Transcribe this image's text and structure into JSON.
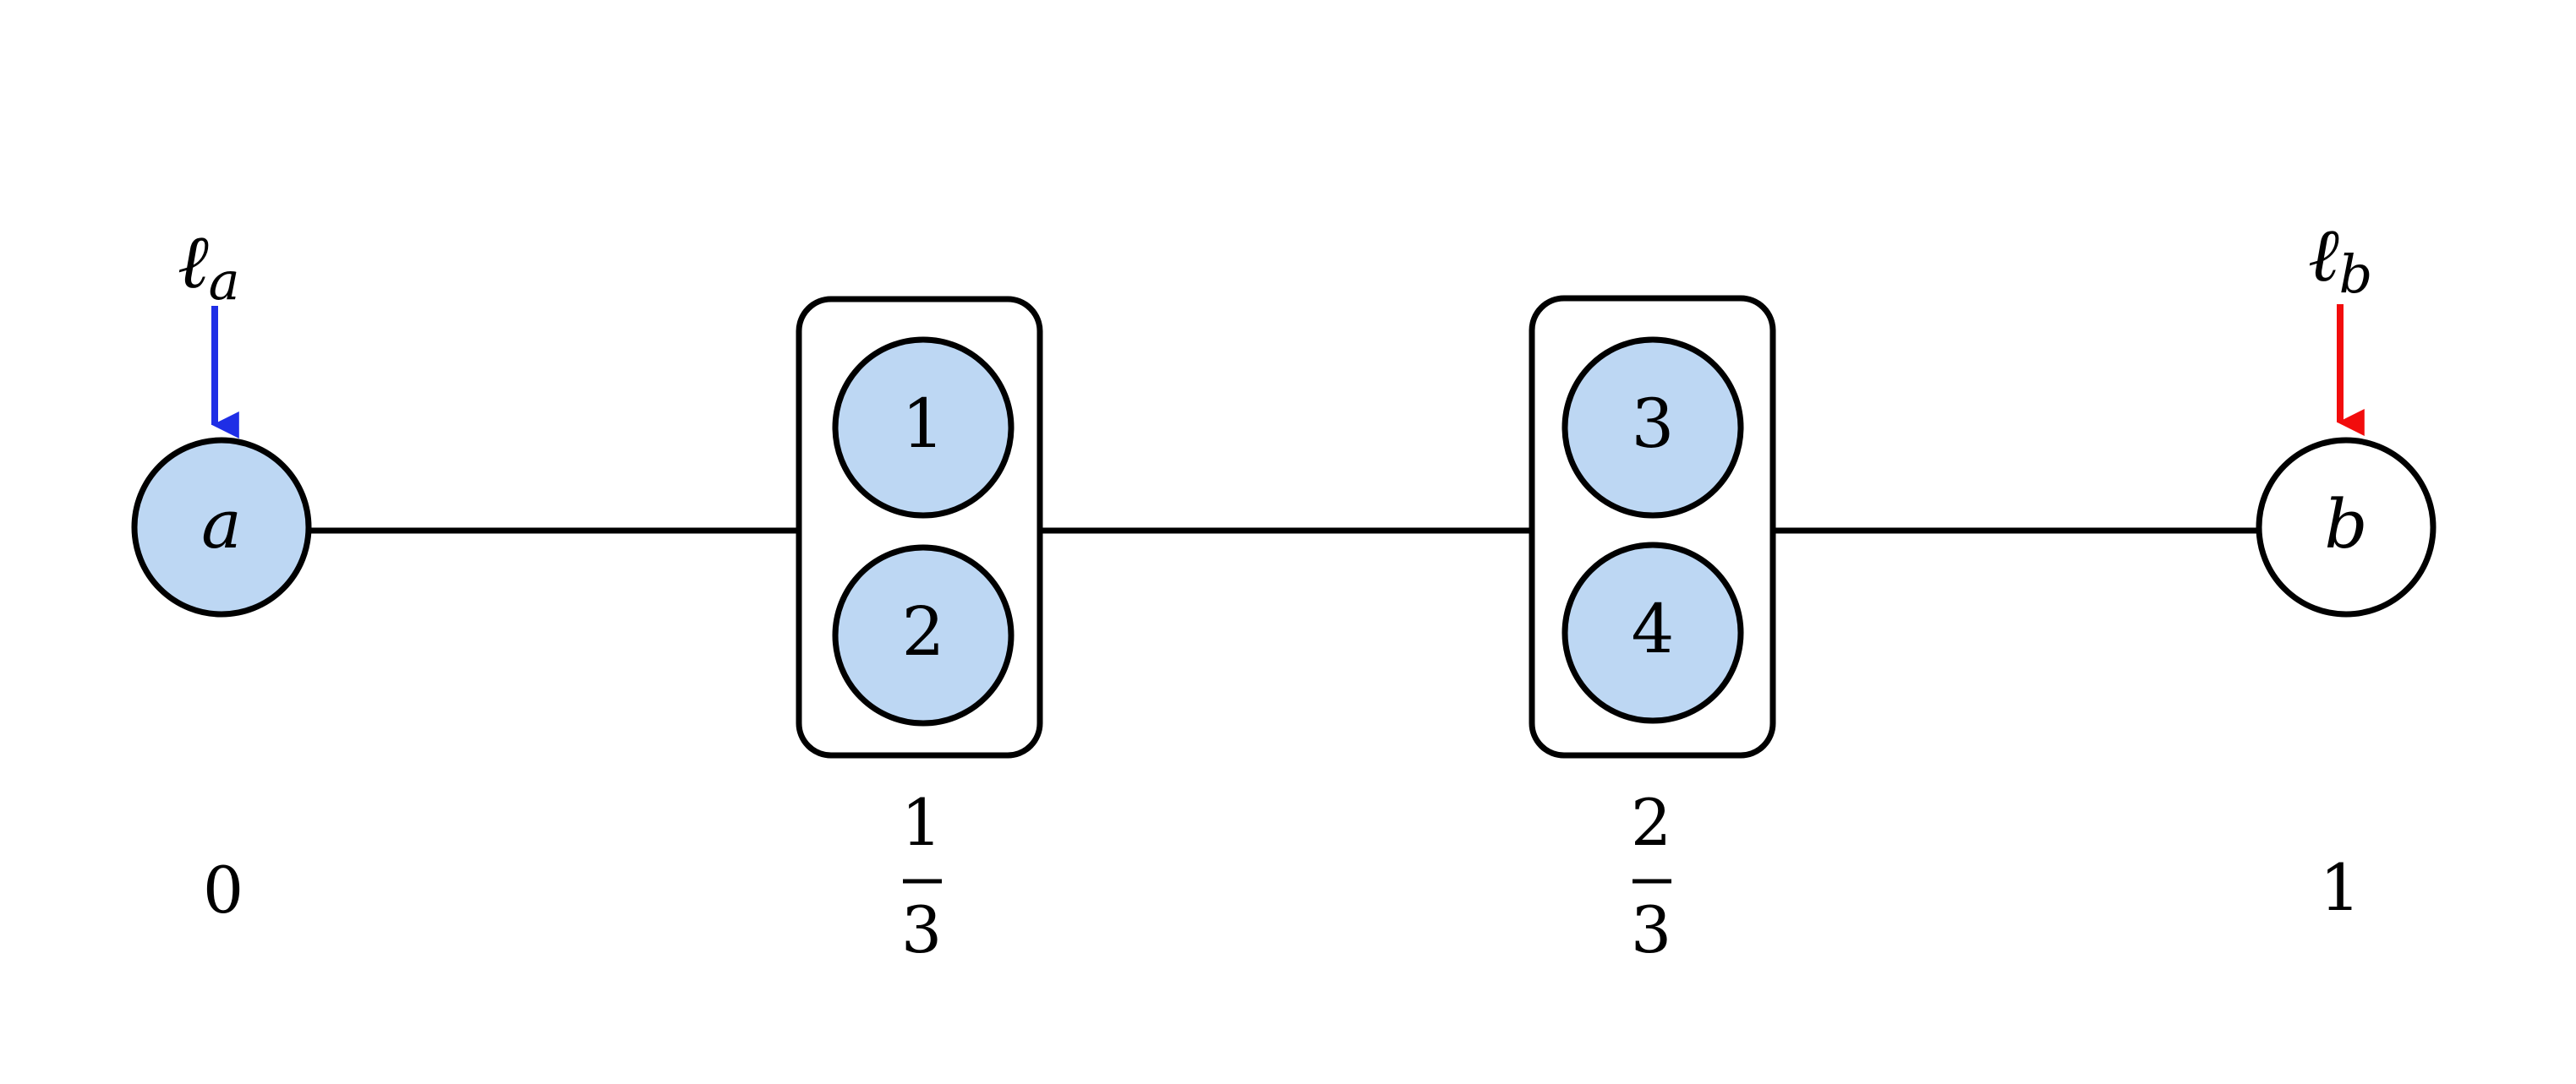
{
  "colors": {
    "filled_node": "#bdd7f3",
    "empty_node": "#ffffff",
    "arrow_a": "#1f2ee6",
    "arrow_b": "#f20c0c",
    "stroke": "#000000"
  },
  "endpoints": {
    "a": {
      "label": "a",
      "filled": true
    },
    "b": {
      "label": "b",
      "filled": false
    }
  },
  "groups": [
    {
      "nodes": [
        {
          "label": "1"
        },
        {
          "label": "2"
        }
      ]
    },
    {
      "nodes": [
        {
          "label": "3"
        },
        {
          "label": "4"
        }
      ]
    }
  ],
  "arrows": {
    "a": {
      "main": "ℓ",
      "sub": "a"
    },
    "b": {
      "main": "ℓ",
      "sub": "b"
    }
  },
  "positions": {
    "p0": {
      "text": "0"
    },
    "p1": {
      "num": "1",
      "den": "3"
    },
    "p2": {
      "num": "2",
      "den": "3"
    },
    "p3": {
      "text": "1"
    }
  }
}
